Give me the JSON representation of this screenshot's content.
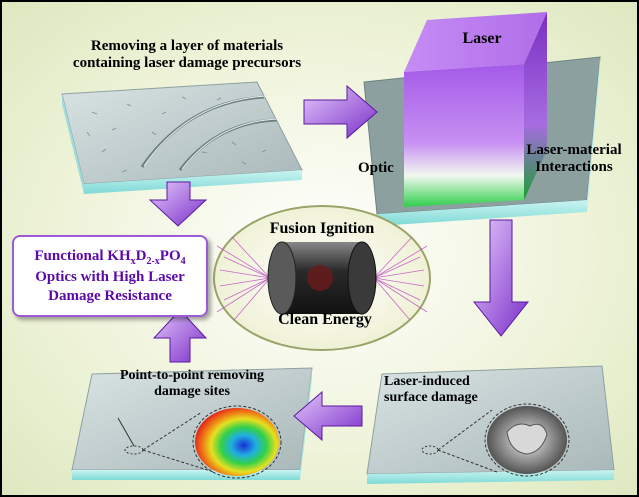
{
  "labels": {
    "removing_layer": "Removing a layer of materials containing laser damage precursors",
    "laser": "Laser",
    "optic": "Optic",
    "laser_material": "Laser-material Interactions",
    "fusion": "Fusion Ignition",
    "clean_energy": "Clean Energy",
    "point_to_point": "Point-to-point removing damage sites",
    "laser_induced": "Laser-induced surface damage"
  },
  "functional_box": {
    "line1_prefix": "Functional KH",
    "sub_x1": "x",
    "d": "D",
    "sub_2x": "2-x",
    "po": "PO",
    "sub_4": "4",
    "line2": "Optics with High Laser",
    "line3": "Damage Resistance"
  },
  "colors": {
    "arrow_purple": "#8c3fd6",
    "laser_top": "#a45ae8",
    "laser_bottom": "#2ecf4a",
    "box_border": "#9b5bd8",
    "box_text": "#5b0aa8"
  }
}
